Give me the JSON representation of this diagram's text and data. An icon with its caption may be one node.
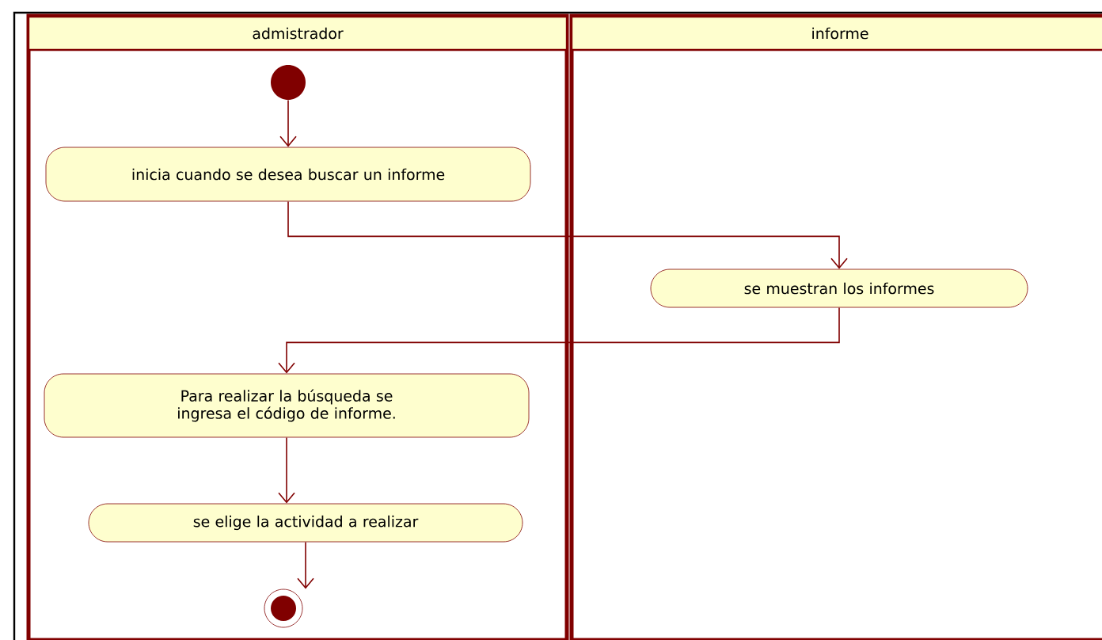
{
  "diagram": {
    "nodes": [
      {
        "text": [
          "admistrador"
        ]
      },
      {
        "text": [
          "informe"
        ]
      },
      {
        "text": [],
        "shape": "circle",
        "in": 0
      },
      {
        "text": [
          "inicia cuando se desea buscar un informe"
        ],
        "in": 0
      },
      {
        "text": [
          "se muestran los informes"
        ],
        "in": 1
      },
      {
        "text": [
          "Para realizar la búsqueda se ingresa el código de informe."
        ],
        "in": 0
      },
      {
        "text": [
          "se elige la actividad a realizar"
        ],
        "in": 0
      },
      {
        "text": [],
        "shape": "circle",
        "in": 0
      }
    ],
    "edges": [
      {
        "from": 2,
        "to": 3,
        "arrow": "to"
      },
      {
        "from": 3,
        "to": 4,
        "arrow": "to"
      },
      {
        "from": 4,
        "to": 5,
        "arrow": "to"
      },
      {
        "from": 5,
        "to": 6,
        "arrow": "to"
      },
      {
        "from": 6,
        "to": 7,
        "arrow": "to"
      }
    ]
  }
}
